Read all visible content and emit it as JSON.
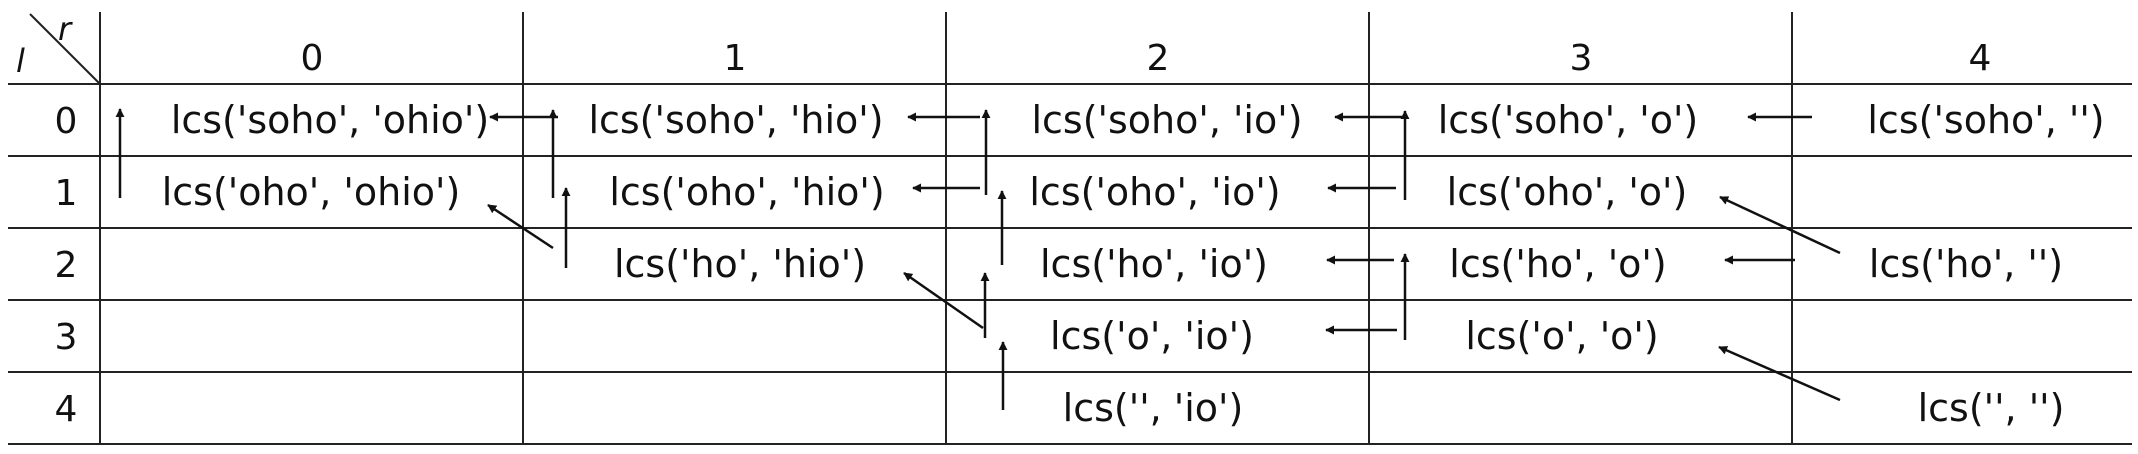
{
  "corner": {
    "row_axis": "l",
    "col_axis": "r"
  },
  "columns": [
    "0",
    "1",
    "2",
    "3",
    "4"
  ],
  "rows": [
    "0",
    "1",
    "2",
    "3",
    "4"
  ],
  "cells": [
    [
      "lcs('soho', 'ohio')",
      "lcs('soho', 'hio')",
      "lcs('soho', 'io')",
      "lcs('soho', 'o')",
      "lcs('soho', '')"
    ],
    [
      "lcs('oho', 'ohio')",
      "lcs('oho', 'hio')",
      "lcs('oho', 'io')",
      "lcs('oho', 'o')",
      ""
    ],
    [
      "",
      "lcs('ho', 'hio')",
      "lcs('ho', 'io')",
      "lcs('ho', 'o')",
      "lcs('ho', '')"
    ],
    [
      "",
      "",
      "lcs('o', 'io')",
      "lcs('o', 'o')",
      ""
    ],
    [
      "",
      "",
      "lcs('', 'io')",
      "",
      "lcs('', '')"
    ]
  ]
}
